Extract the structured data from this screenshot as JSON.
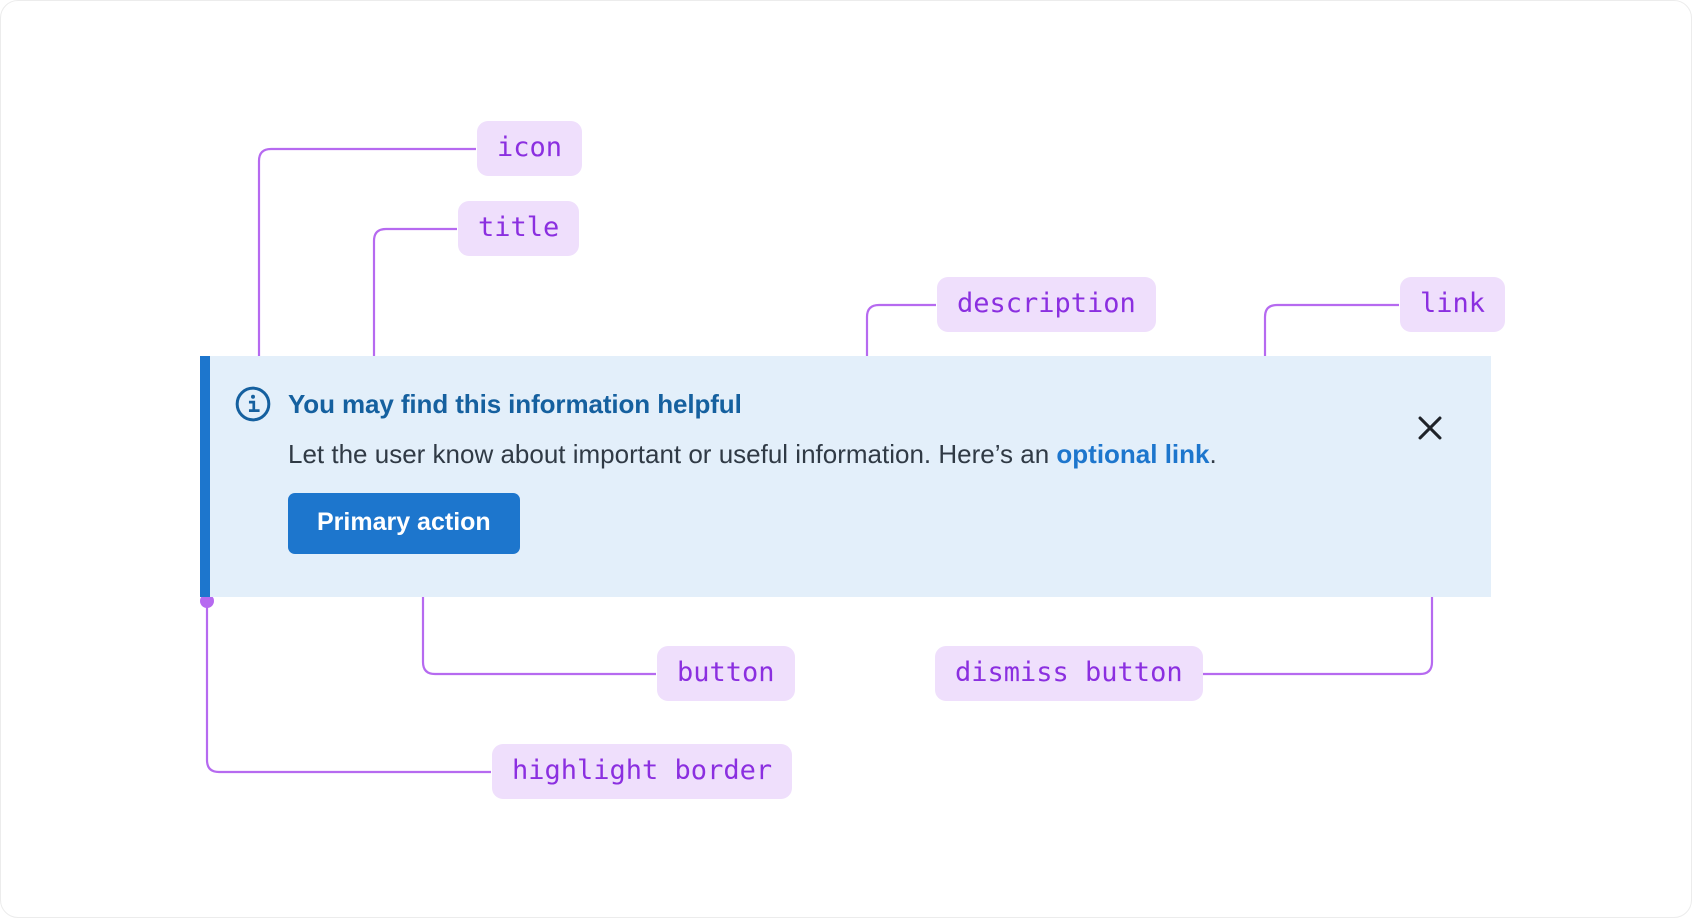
{
  "alert": {
    "variant": "info",
    "icon": "info-circle-icon",
    "title": "You may find this information helpful",
    "description_before": "Let the user know about important or useful information. Here’s an ",
    "link_text": "optional link",
    "description_after": ".",
    "button_label": "Primary action",
    "dismiss_icon": "close-x-icon",
    "colors": {
      "background": "#e3effa",
      "highlight_border": "#1d76cd",
      "title": "#15609f",
      "description": "#303a45",
      "link": "#1d76cd",
      "button_background": "#1d76cd",
      "button_text": "#ffffff",
      "dismiss": "#1f2329"
    }
  },
  "annotations": {
    "color_text": "#8b2fe0",
    "color_background": "#efdffc",
    "color_line": "#b66af0",
    "labels": [
      {
        "id": "icon",
        "text": "icon"
      },
      {
        "id": "title",
        "text": "title"
      },
      {
        "id": "description",
        "text": "description"
      },
      {
        "id": "link",
        "text": "link"
      },
      {
        "id": "button",
        "text": "button"
      },
      {
        "id": "dismiss-button",
        "text": "dismiss button"
      },
      {
        "id": "highlight-border",
        "text": "highlight border"
      }
    ]
  }
}
